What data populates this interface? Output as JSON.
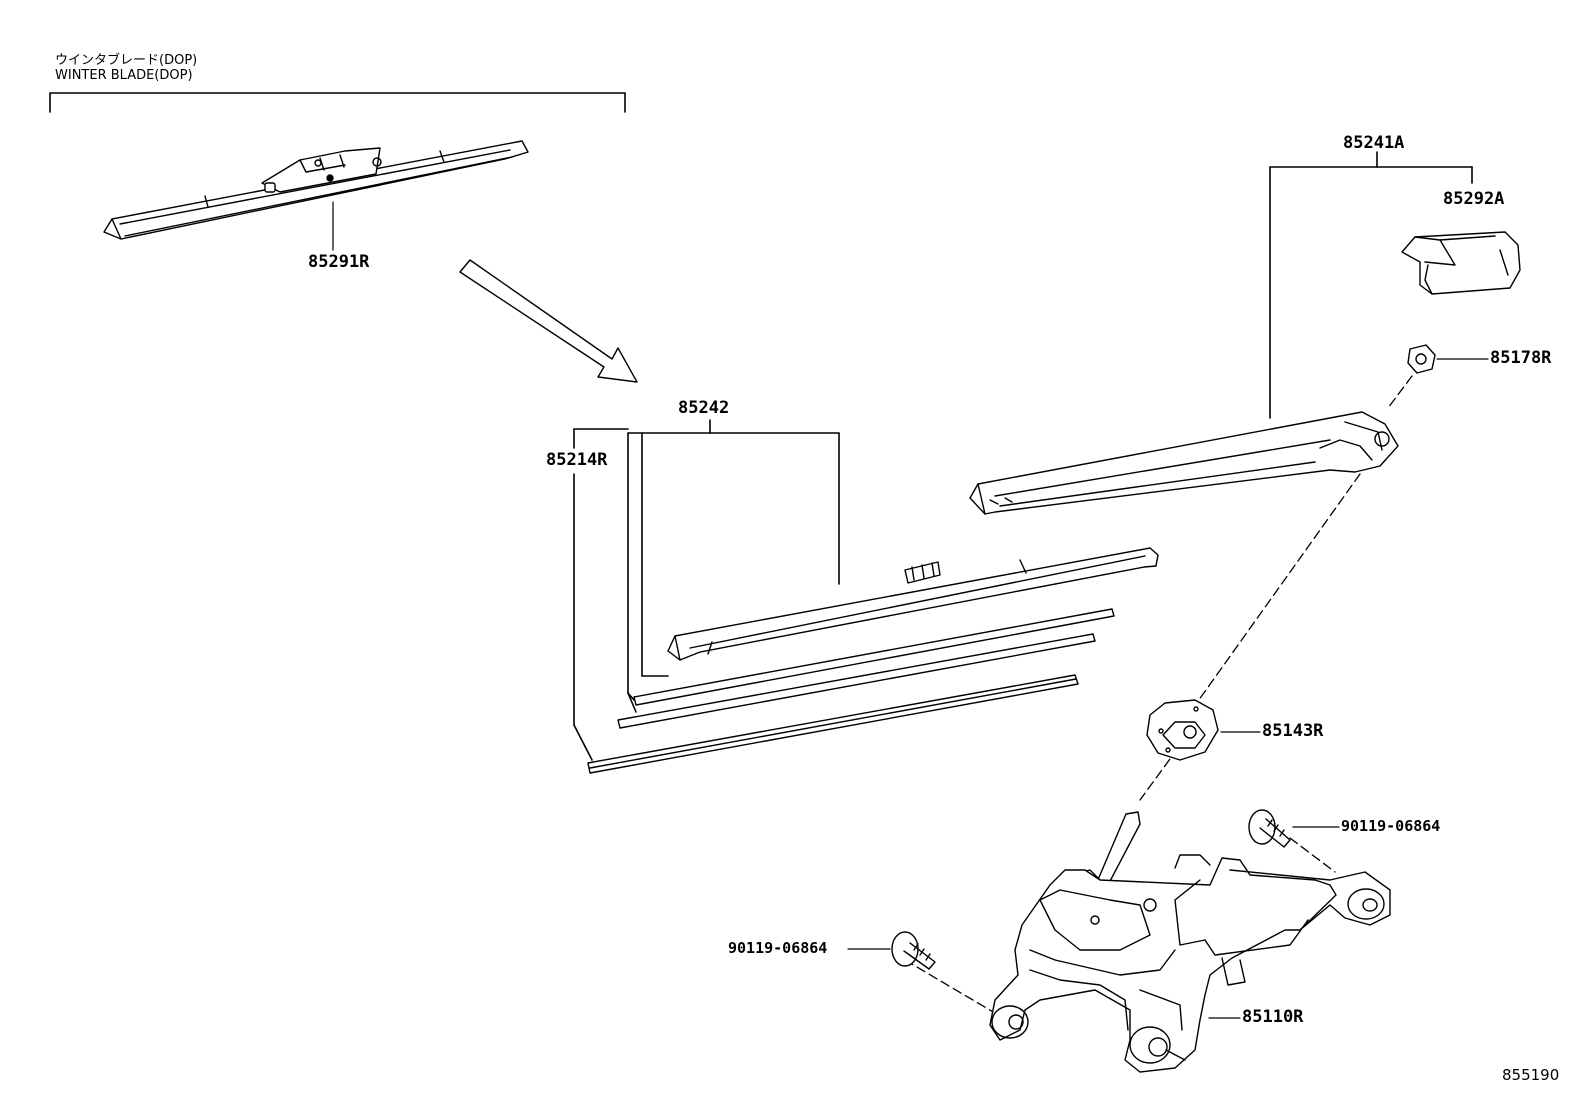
{
  "header": {
    "line1": "ウインタブレード(DOP)",
    "line2": "WINTER BLADE(DOP)"
  },
  "parts": {
    "p85291R": "85291R",
    "p85241A": "85241A",
    "p85292A": "85292A",
    "p85178R": "85178R",
    "p85242": "85242",
    "p85214R": "85214R",
    "p85143R": "85143R",
    "p90119a": "90119-06864",
    "p90119b": "90119-06864",
    "p85110R": "85110R"
  },
  "diagram_ref": "855190"
}
